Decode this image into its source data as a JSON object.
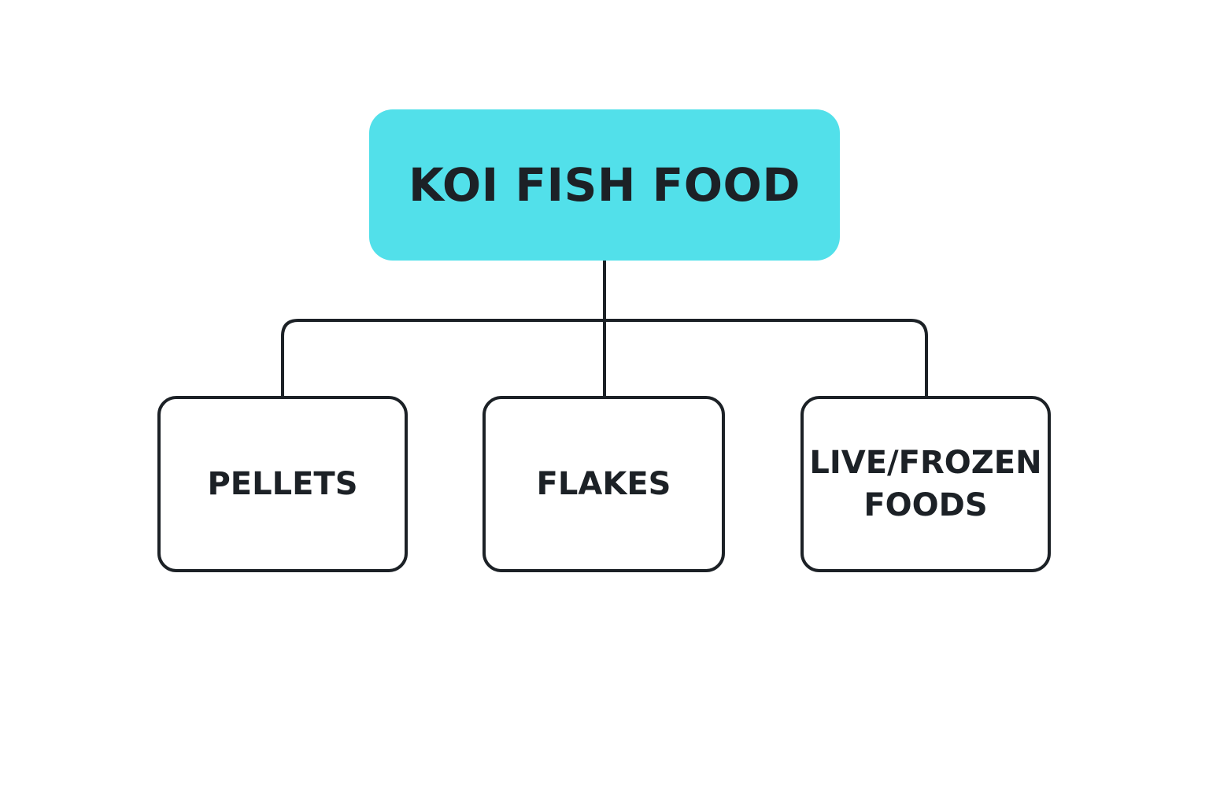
{
  "diagram": {
    "root": {
      "label": "KOI FISH FOOD",
      "fill_color": "#52e0ea"
    },
    "children": [
      {
        "lines": [
          "PELLETS"
        ]
      },
      {
        "lines": [
          "FLAKES"
        ]
      },
      {
        "lines": [
          "LIVE/FROZEN",
          "FOODS"
        ]
      }
    ],
    "line_color": "#1c2126",
    "text_color": "#1c2126"
  }
}
